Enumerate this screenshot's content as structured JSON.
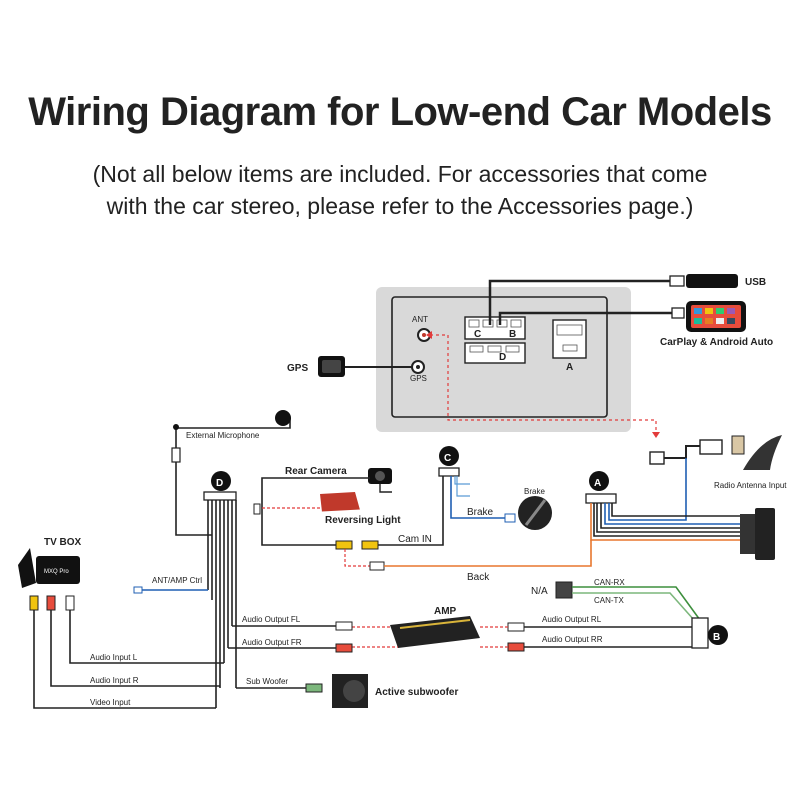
{
  "title": "Wiring Diagram for Low-end Car Models",
  "subtitle_line1": "(Not all below items are included. For accessories that come",
  "subtitle_line2": "with the car stereo, please refer to the Accessories page.)",
  "labels": {
    "usb": "USB",
    "carplay": "CarPlay & Android Auto",
    "gps": "GPS",
    "ant": "ANT",
    "gps_port": "GPS",
    "port_c": "C",
    "port_b": "B",
    "port_d": "D",
    "port_a": "A",
    "external_microphone": "External Microphone",
    "radio_antenna_input": "Radio Antenna Input",
    "rear_camera": "Rear Camera",
    "reversing_light": "Reversing Light",
    "brake_device": "Brake",
    "brake_wire": "Brake",
    "cam_in": "Cam IN",
    "back": "Back",
    "tv_box": "TV BOX",
    "ant_amp_ctrl": "ANT/AMP Ctrl",
    "na": "N/A",
    "can_rx": "CAN-RX",
    "can_tx": "CAN-TX",
    "amp": "AMP",
    "audio_output_fl": "Audio Output FL",
    "audio_output_fr": "Audio Output FR",
    "audio_output_rl": "Audio Output RL",
    "audio_output_rr": "Audio Output RR",
    "audio_input_l": "Audio Input L",
    "audio_input_r": "Audio Input R",
    "video_input": "Video Input",
    "sub_woofer": "Sub Woofer",
    "active_subwoofer": "Active subwoofer",
    "badge_a": "A",
    "badge_b": "B",
    "badge_c": "C",
    "badge_d": "D",
    "tvbox_screen": "MXQ Pro"
  },
  "colors": {
    "wire": "#222222",
    "orange": "#e8772e",
    "blue": "#1f5fb3",
    "red_dash": "#e23b3b",
    "green": "#3d8f3d",
    "panel": "#d9d9d9",
    "gold": "#d9b43a"
  }
}
